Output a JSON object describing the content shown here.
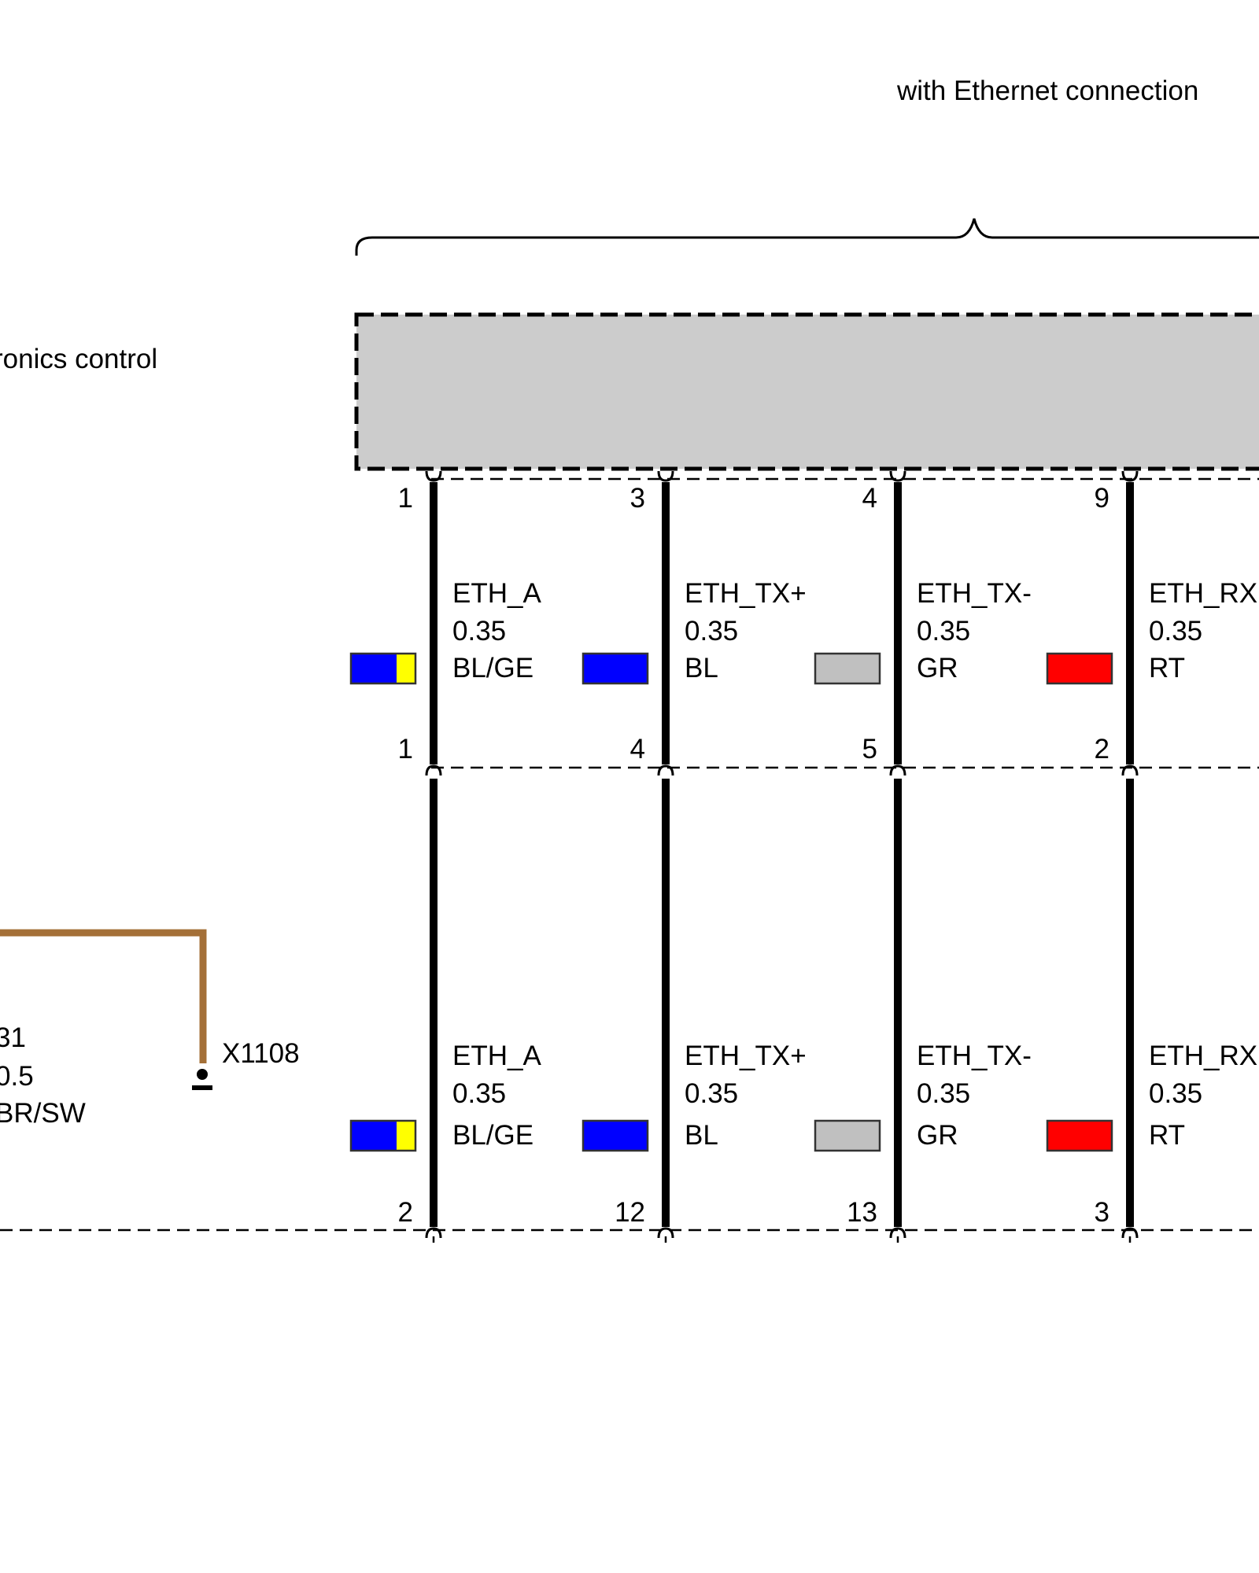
{
  "header": {
    "title": "with Ethernet connection",
    "component_label": "ronics control"
  },
  "colors": {
    "wire": "#000000",
    "ground_wire": "#A47038",
    "module_fill": "#CCCCCC",
    "BL": "#0000FF",
    "GE": "#FFFF00",
    "GR": "#C0C0C0",
    "RT": "#FF0000"
  },
  "wires_upper": [
    {
      "signal": "ETH_A",
      "size": "0.35",
      "color_code": "BL/GE",
      "swatch": [
        "BL",
        "GE"
      ],
      "pin_top": "1",
      "pin_bottom": "1"
    },
    {
      "signal": "ETH_TX+",
      "size": "0.35",
      "color_code": "BL",
      "swatch": [
        "BL"
      ],
      "pin_top": "3",
      "pin_bottom": "4"
    },
    {
      "signal": "ETH_TX-",
      "size": "0.35",
      "color_code": "GR",
      "swatch": [
        "GR"
      ],
      "pin_top": "4",
      "pin_bottom": "5"
    },
    {
      "signal": "ETH_RX",
      "size": "0.35",
      "color_code": "RT",
      "swatch": [
        "RT"
      ],
      "pin_top": "9",
      "pin_bottom": "2"
    }
  ],
  "wires_lower": [
    {
      "signal": "ETH_A",
      "size": "0.35",
      "color_code": "BL/GE",
      "swatch": [
        "BL",
        "GE"
      ],
      "pin_bottom": "2"
    },
    {
      "signal": "ETH_TX+",
      "size": "0.35",
      "color_code": "BL",
      "swatch": [
        "BL"
      ],
      "pin_bottom": "12"
    },
    {
      "signal": "ETH_TX-",
      "size": "0.35",
      "color_code": "GR",
      "swatch": [
        "GR"
      ],
      "pin_bottom": "13"
    },
    {
      "signal": "ETH_RX",
      "size": "0.35",
      "color_code": "RT",
      "swatch": [
        "RT"
      ],
      "pin_bottom": "3"
    }
  ],
  "ground_wire": {
    "label_line1": "31",
    "label_line2": "0.5",
    "label_line3": "BR/SW",
    "terminal": "X1108"
  }
}
